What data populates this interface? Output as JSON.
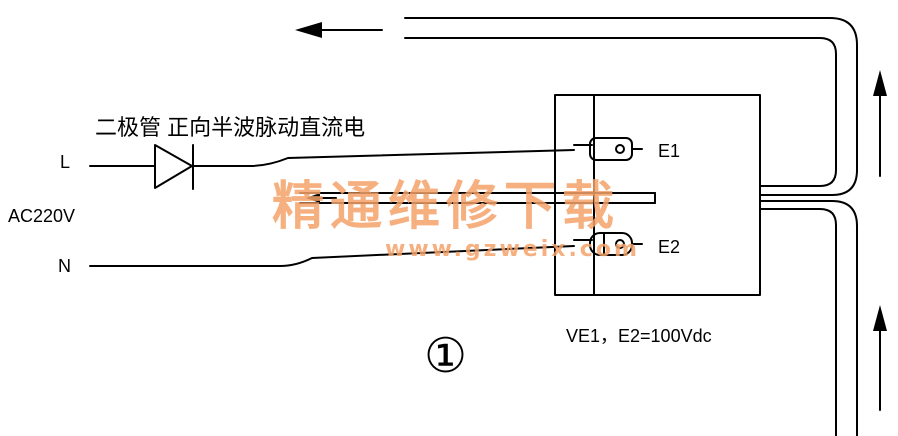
{
  "labels": {
    "diode_caption": "二极管 正向半波脉动直流电",
    "line_L": "L",
    "line_voltage": "AC220V",
    "line_N": "N",
    "terminal_e1": "E1",
    "terminal_e2": "E2",
    "spec": "VE1，E2=100Vdc",
    "figure_number": "①"
  },
  "watermark": {
    "title": "精通维修下载",
    "url": "www.gzweix.com"
  },
  "colors": {
    "line": "#000000",
    "background": "#ffffff",
    "watermark": "#f4a268"
  }
}
